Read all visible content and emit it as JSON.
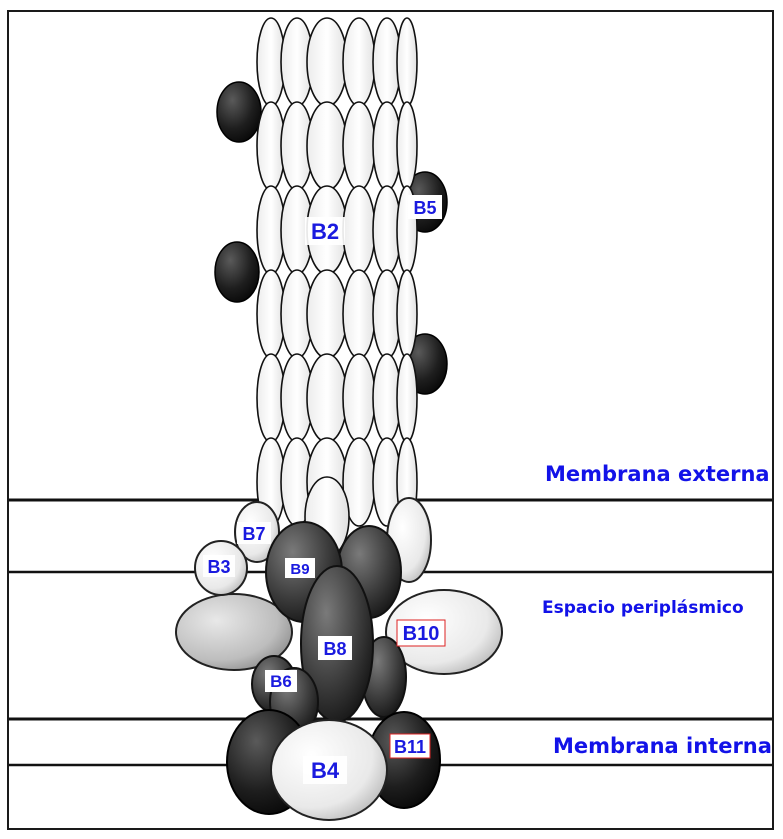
{
  "membranes": {
    "outer": "Membrana externa",
    "periplasm": "Espacio periplásmico",
    "inner": "Membrana interna"
  },
  "proteins": {
    "b2": "B2",
    "b3": "B3",
    "b4": "B4",
    "b5": "B5",
    "b6": "B6",
    "b7": "B7",
    "b8": "B8",
    "b9": "B9",
    "b10": "B10",
    "b11": "B11"
  },
  "colors": {
    "label_text": "#1a1adf",
    "outline": "#111111",
    "light_subunit": "#eeeeee",
    "dark_subunit": "#2b2b2b"
  }
}
